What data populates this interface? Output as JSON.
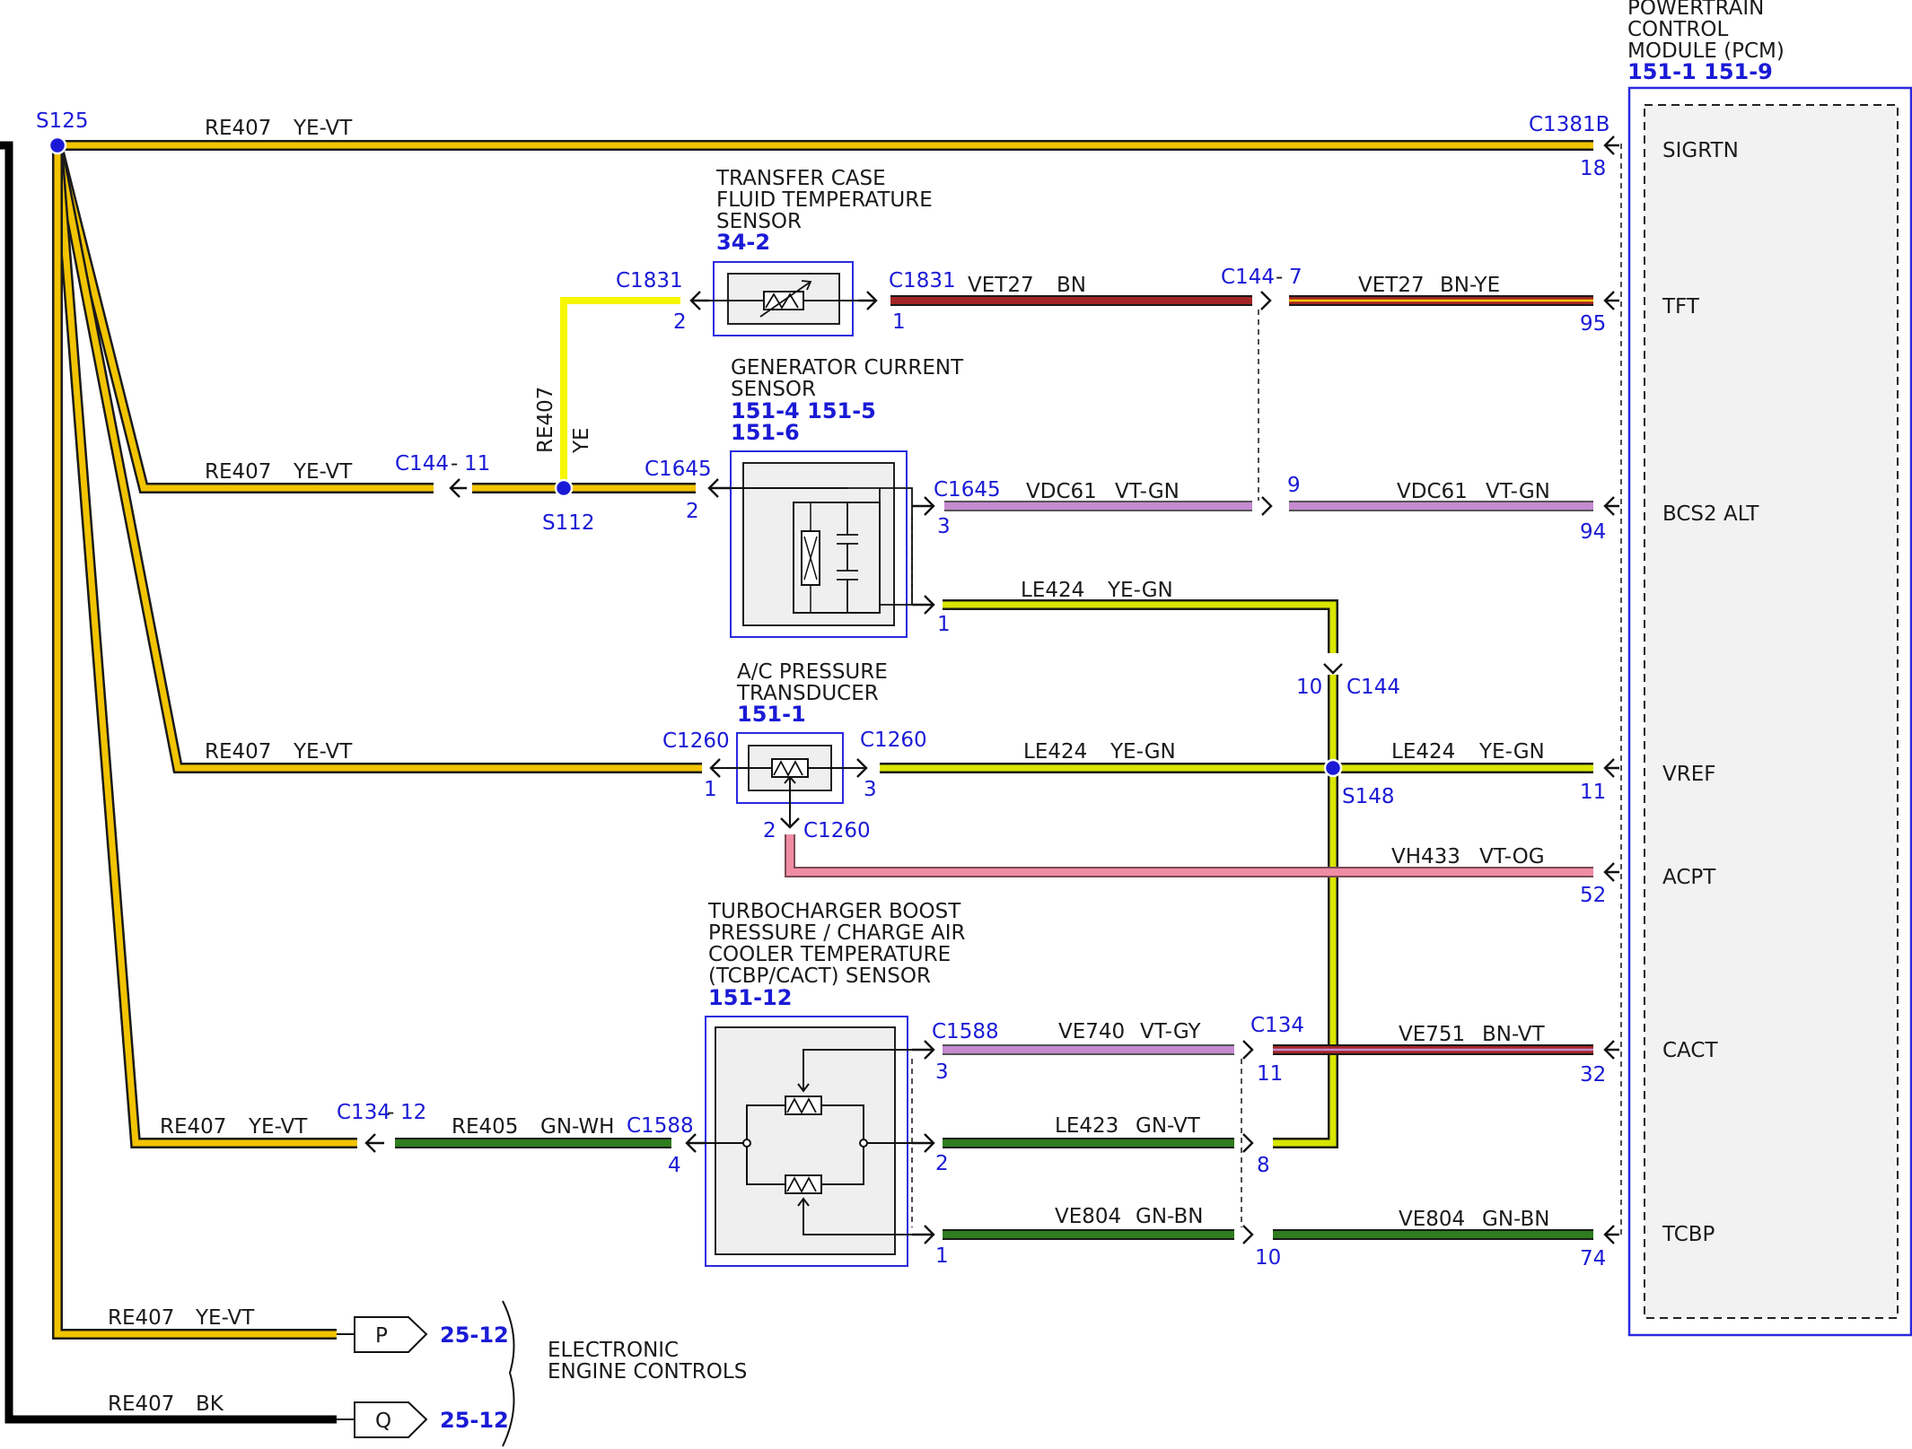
{
  "pcm": {
    "title_lines": [
      "POWERTRAIN",
      "CONTROL",
      "MODULE (PCM)"
    ],
    "ref": "151-1 151-9",
    "connector": "C1381B",
    "pins": [
      {
        "label": "SIGRTN",
        "number": "18"
      },
      {
        "label": "TFT",
        "number": "95"
      },
      {
        "label": "BCS2 ALT",
        "number": "94"
      },
      {
        "label": "VREF",
        "number": "11"
      },
      {
        "label": "ACPT",
        "number": "52"
      },
      {
        "label": "CACT",
        "number": "32"
      },
      {
        "label": "TCBP",
        "number": "74"
      }
    ]
  },
  "splices": {
    "s125": "S125",
    "s112": "S112",
    "s148": "S148"
  },
  "components": {
    "transfer_case": {
      "title_lines": [
        "TRANSFER CASE",
        "FLUID TEMPERATURE",
        "SENSOR"
      ],
      "ref": "34-2"
    },
    "generator": {
      "title_lines": [
        "GENERATOR CURRENT",
        "SENSOR"
      ],
      "ref_lines": [
        "151-4 151-5",
        "151-6"
      ]
    },
    "ac_pressure": {
      "title_lines": [
        "A/C PRESSURE",
        "TRANSDUCER"
      ],
      "ref": "151-1"
    },
    "tcbp": {
      "title_lines": [
        "TURBOCHARGER BOOST",
        "PRESSURE / CHARGE AIR",
        "COOLER TEMPERATURE",
        "(TCBP/CACT) SENSOR"
      ],
      "ref": "151-12"
    }
  },
  "wire_labels": {
    "top": {
      "circuit": "RE407",
      "color": "YE-VT"
    },
    "s112_vertical": {
      "circuit": "RE407",
      "color": "YE"
    },
    "left_gen": {
      "circuit": "RE407",
      "color": "YE-VT"
    },
    "left_ac": {
      "circuit": "RE407",
      "color": "YE-VT"
    },
    "left_tcbp": {
      "circuit": "RE407",
      "color": "YE-VT"
    },
    "re405": {
      "circuit": "RE405",
      "color": "GN-WH"
    },
    "vet27_a": {
      "circuit": "VET27",
      "color": "BN"
    },
    "vet27_b": {
      "circuit": "VET27",
      "color": "BN-YE"
    },
    "vdc61_a": {
      "circuit": "VDC61",
      "color": "VT-GN"
    },
    "vdc61_b": {
      "circuit": "VDC61",
      "color": "VT-GN"
    },
    "le424_gen": {
      "circuit": "LE424",
      "color": "YE-GN"
    },
    "le424_ac": {
      "circuit": "LE424",
      "color": "YE-GN"
    },
    "le424_pcm": {
      "circuit": "LE424",
      "color": "YE-GN"
    },
    "vh433": {
      "circuit": "VH433",
      "color": "VT-OG"
    },
    "ve740": {
      "circuit": "VE740",
      "color": "VT-GY"
    },
    "ve751": {
      "circuit": "VE751",
      "color": "BN-VT"
    },
    "le423": {
      "circuit": "LE423",
      "color": "GN-VT"
    },
    "ve804_a": {
      "circuit": "VE804",
      "color": "GN-BN"
    },
    "ve804_b": {
      "circuit": "VE804",
      "color": "GN-BN"
    },
    "bottom_p": {
      "circuit": "RE407",
      "color": "YE-VT"
    },
    "bottom_q": {
      "circuit": "RE407",
      "color": "BK"
    }
  },
  "connectors": {
    "c1831_left": {
      "name": "C1831",
      "pin": "2"
    },
    "c1831_right": {
      "name": "C1831",
      "pin": "1"
    },
    "c144_7": {
      "name": "C144",
      "sep": "-",
      "pin": "7"
    },
    "c144_11": {
      "name": "C144",
      "sep": "-",
      "pin": "11"
    },
    "c1645_left": {
      "name": "C1645",
      "pin": "2"
    },
    "c1645_right": {
      "name": "C1645",
      "pin": "3"
    },
    "gen_pin1": "1",
    "c144_9": "9",
    "c144_10": {
      "name": "C144",
      "pin": "10"
    },
    "c1260_left": {
      "name": "C1260",
      "pin": "1"
    },
    "c1260_right": {
      "name": "C1260",
      "pin": "3"
    },
    "c1260_bottom": {
      "name": "C1260",
      "pin": "2"
    },
    "c1588_top": {
      "name": "C1588",
      "pin": "3"
    },
    "c1588_left": {
      "name": "C1588",
      "pin": "4"
    },
    "c1588_mid": "2",
    "c1588_bot": "1",
    "c134_top": {
      "name": "C134",
      "pin": "11"
    },
    "c134_12": {
      "name": "C134",
      "sep": "-",
      "pin": "12"
    },
    "c134_8": "8",
    "c134_10": "10"
  },
  "page_refs": {
    "p": {
      "letter": "P",
      "ref": "25-12"
    },
    "q": {
      "letter": "Q",
      "ref": "25-12"
    },
    "group_label_lines": [
      "ELECTRONIC",
      "ENGINE CONTROLS"
    ]
  },
  "colors": {
    "accent_blue": "#1a1ad6",
    "wire_ye_vt": "#f2c400",
    "wire_ye_gn": "#d8e600",
    "wire_ye": "#f7f700",
    "wire_bn": "#a32626",
    "wire_vt_gn": "#c58ad0",
    "wire_vt_og": "#f08ca4",
    "wire_gn": "#2e7d1e",
    "wire_bk": "#000000"
  }
}
